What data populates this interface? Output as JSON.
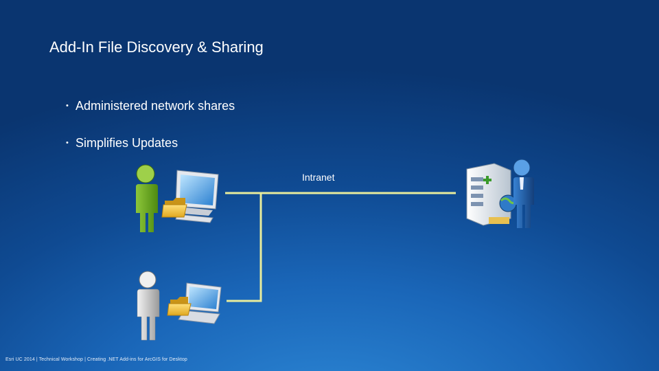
{
  "slide": {
    "title": "Add-In File Discovery & Sharing",
    "bullets": [
      "Administered network shares",
      "Simplifies Updates"
    ],
    "network_label": "Intranet",
    "footer": "Esri UC 2014 | Technical Workshop | Creating .NET Add-ins for ArcGIS for Desktop"
  },
  "colors": {
    "connector_line": "#e8ec9c",
    "user_top_body": "#6aa316",
    "user_bottom_body": "#d4d4d4",
    "admin_suit": "#1d5aa8"
  },
  "icons": [
    "user-green-icon",
    "desktop-computer-icon",
    "folder-icon",
    "user-gray-icon",
    "laptop-icon",
    "server-icon",
    "admin-user-icon",
    "globe-icon"
  ]
}
